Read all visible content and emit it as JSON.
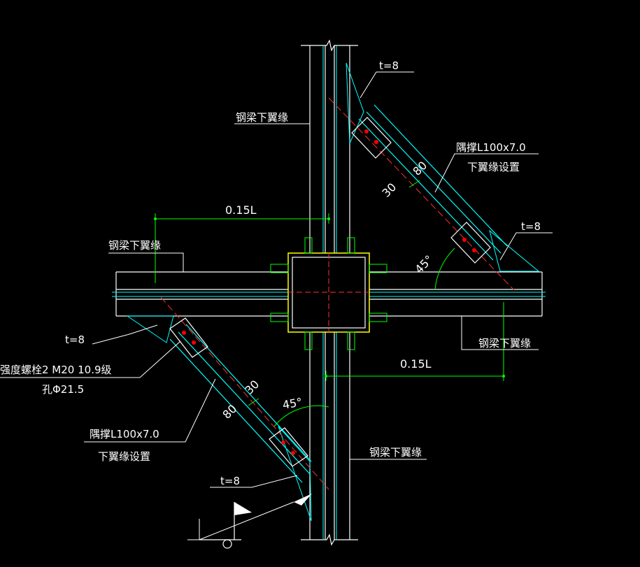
{
  "colors": {
    "background": "#000000",
    "member": "#ffffff",
    "brace": "#00ffff",
    "plate": "#00ffff",
    "dimension": "#00ff00",
    "centerline": "#ff3030",
    "bolt": "#ff0000",
    "text": "#ffffff",
    "column": "#ffff00",
    "stiffener": "#00ff00"
  },
  "labels": {
    "beam_bottom_flange_top": "钢梁下翼缘",
    "beam_bottom_flange_left": "钢梁下翼缘",
    "beam_bottom_flange_right": "钢梁下翼缘",
    "beam_bottom_flange_bottom": "钢梁下翼缘",
    "plate_thickness_top": "t=8",
    "plate_thickness_right": "t=8",
    "plate_thickness_left": "t=8",
    "plate_thickness_bottom": "t=8",
    "brace_top_line1": "隅撑L100x7.0",
    "brace_top_line2": "下翼缘设置",
    "brace_bottom_line1": "隅撑L100x7.0",
    "brace_bottom_line2": "下翼缘设置",
    "bolt_line1": "强度螺栓2 M20 10.9级",
    "bolt_line2": "孔Φ21.5"
  },
  "dimensions": {
    "offset_top": "0.15L",
    "offset_bottom": "0.15L",
    "angle_top": "45°",
    "angle_bottom": "45°",
    "edge_top_30": "30",
    "edge_top_80": "80",
    "edge_bottom_30": "30",
    "edge_bottom_80": "80"
  },
  "icons": {
    "ucs": "ucs-flag-icon"
  }
}
